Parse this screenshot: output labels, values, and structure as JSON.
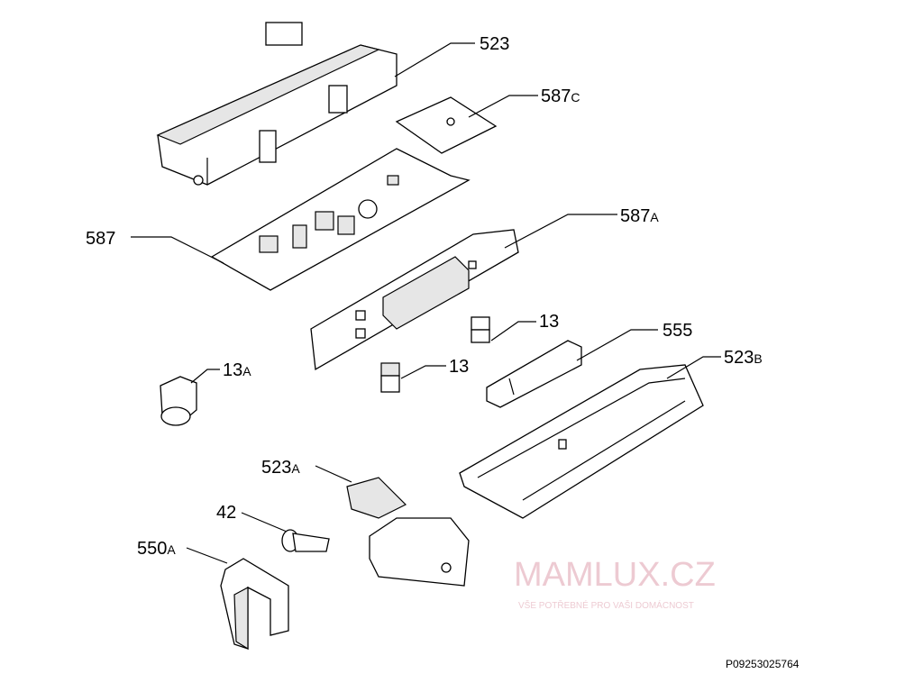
{
  "diagram": {
    "parts": [
      {
        "id": "523",
        "label": "523"
      },
      {
        "id": "587C",
        "label": "587",
        "suffix": "C"
      },
      {
        "id": "587",
        "label": "587"
      },
      {
        "id": "587A",
        "label": "587",
        "suffix": "A"
      },
      {
        "id": "13-upper",
        "label": "13"
      },
      {
        "id": "555",
        "label": "555"
      },
      {
        "id": "13-lower",
        "label": "13"
      },
      {
        "id": "523B",
        "label": "523",
        "suffix": "B"
      },
      {
        "id": "13A",
        "label": "13",
        "suffix": "A"
      },
      {
        "id": "523A",
        "label": "523",
        "suffix": "A"
      },
      {
        "id": "42",
        "label": "42"
      },
      {
        "id": "550A",
        "label": "550",
        "suffix": "A"
      }
    ],
    "drawing_code": "P09253025764",
    "watermark": {
      "brand": "MAMLUX.CZ",
      "tagline": "VŠE POTŘEBNÉ PRO VAŠI DOMÁCNOST"
    }
  }
}
